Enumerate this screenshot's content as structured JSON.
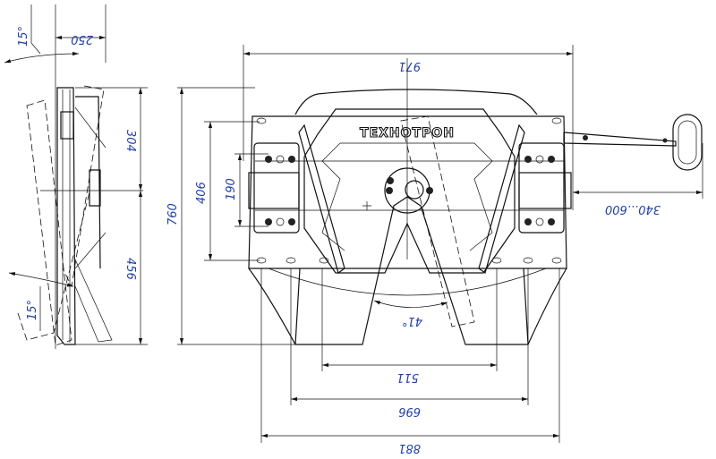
{
  "drawing": {
    "logo": "ТЕХНОТРОН",
    "dimensions": {
      "tilt_top": "15°",
      "tilt_bottom": "15°",
      "side_width": "250",
      "upper_height": "304",
      "lower_height": "456",
      "total_height": "760",
      "mount_height": "406",
      "mount_inner": "190",
      "total_width": "971",
      "handle_reach": "340...600",
      "throat_angle": "41°",
      "leg_inner": "511",
      "leg_span": "696",
      "base_width": "881"
    },
    "colors": {
      "line": "#111111",
      "dimension_text": "#1f3fa8"
    }
  }
}
